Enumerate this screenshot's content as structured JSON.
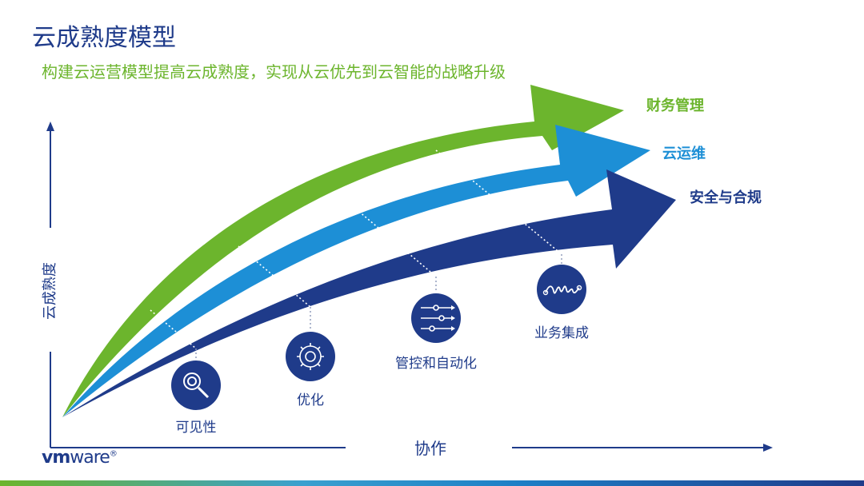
{
  "slide": {
    "title": "云成熟度模型",
    "subtitle": "构建云运营模型提高云成熟度，实现从云优先到云智能的战略升级"
  },
  "arrows": [
    {
      "label": "财务管理",
      "color": "#6cb52d",
      "label_color": "#6cb52d"
    },
    {
      "label": "云运维",
      "color": "#1d8fd6",
      "label_color": "#1d8fd6"
    },
    {
      "label": "安全与合规",
      "color": "#1f3b8a",
      "label_color": "#1f3b8a"
    }
  ],
  "nodes": [
    {
      "label": "可见性",
      "icon": "magnifier-icon"
    },
    {
      "label": "优化",
      "icon": "gear-icon"
    },
    {
      "label": "管控和自动化",
      "icon": "sliders-icon"
    },
    {
      "label": "业务集成",
      "icon": "waveform-icon"
    }
  ],
  "axes": {
    "y_label": "云成熟度",
    "x_label": "协作"
  },
  "brand": {
    "logo_bold": "vm",
    "logo_light": "ware",
    "mark": "®"
  },
  "colors": {
    "primary": "#1f3b8a",
    "green": "#6cb52d",
    "blue": "#1d8fd6"
  }
}
